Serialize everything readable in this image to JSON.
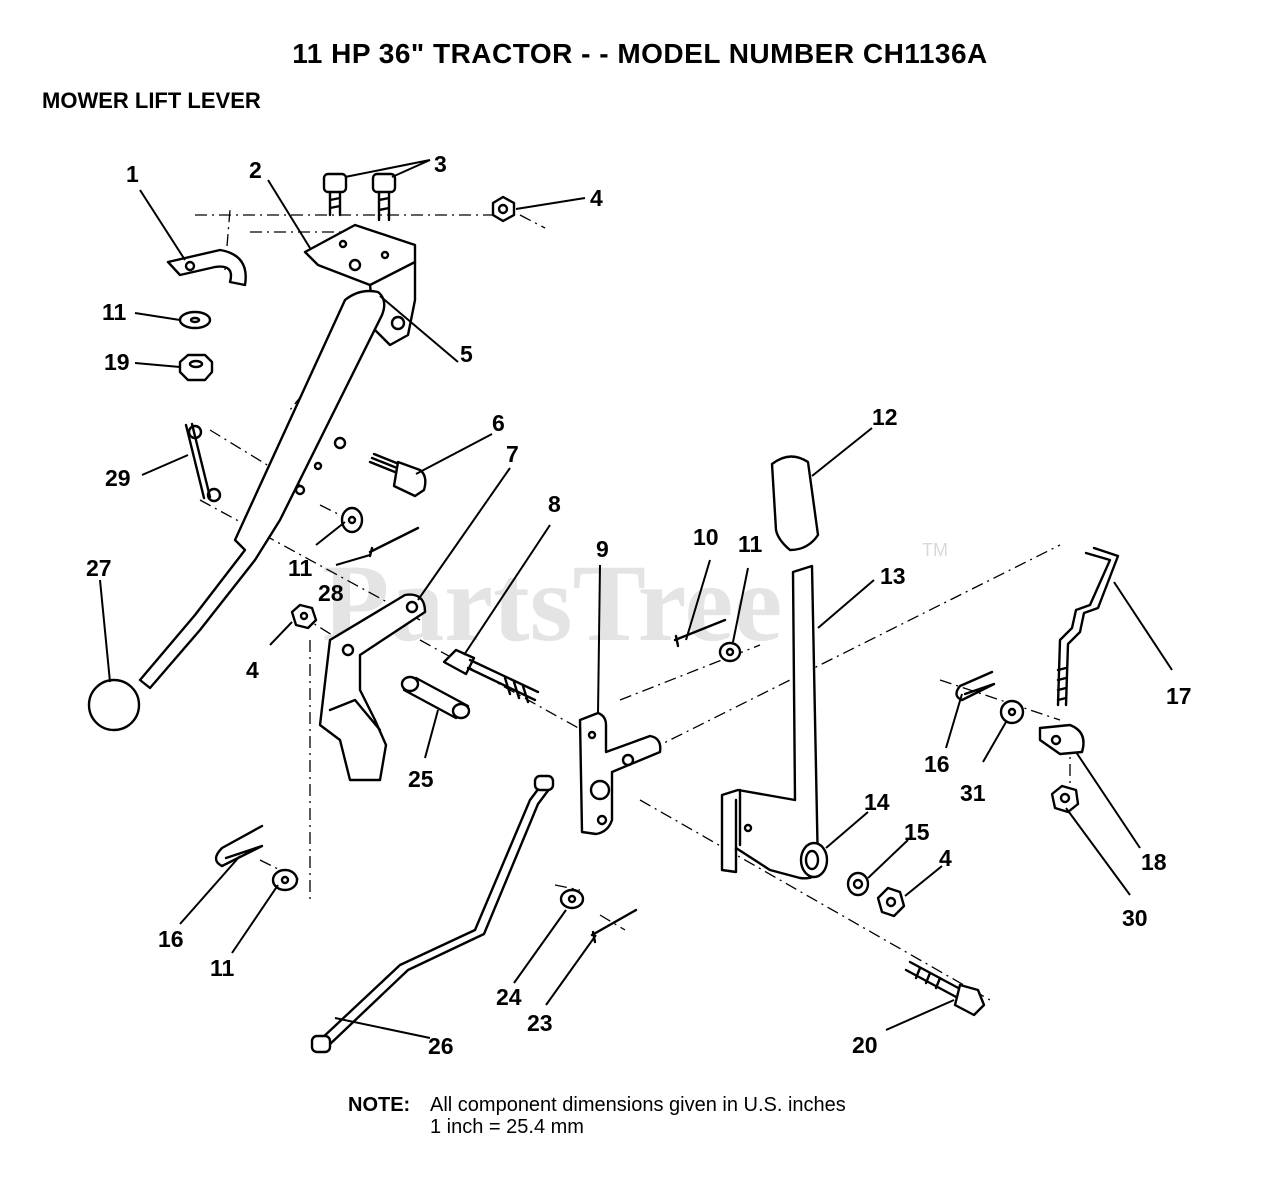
{
  "title": "11 HP 36\"  TRACTOR  - - MODEL NUMBER CH1136A",
  "subtitle": "MOWER LIFT LEVER",
  "watermark": "PartsTree",
  "trademark": "TM",
  "note": {
    "label": "NOTE:",
    "line1": "All component dimensions given in U.S. inches",
    "line2": "1 inch = 25.4 mm"
  },
  "callouts": {
    "c1": "1",
    "c2": "2",
    "c3": "3",
    "c4a": "4",
    "c5": "5",
    "c6": "6",
    "c7": "7",
    "c8": "8",
    "c9": "9",
    "c10": "10",
    "c11a": "11",
    "c11b": "11",
    "c11c": "11",
    "c11d": "11",
    "c12": "12",
    "c13": "13",
    "c14": "14",
    "c15": "15",
    "c16a": "16",
    "c16b": "16",
    "c17": "17",
    "c18": "18",
    "c19": "19",
    "c20": "20",
    "c23": "23",
    "c24": "24",
    "c25": "25",
    "c26": "26",
    "c27": "27",
    "c28": "28",
    "c29": "29",
    "c30": "30",
    "c31": "31",
    "c4b": "4",
    "c4c": "4"
  }
}
